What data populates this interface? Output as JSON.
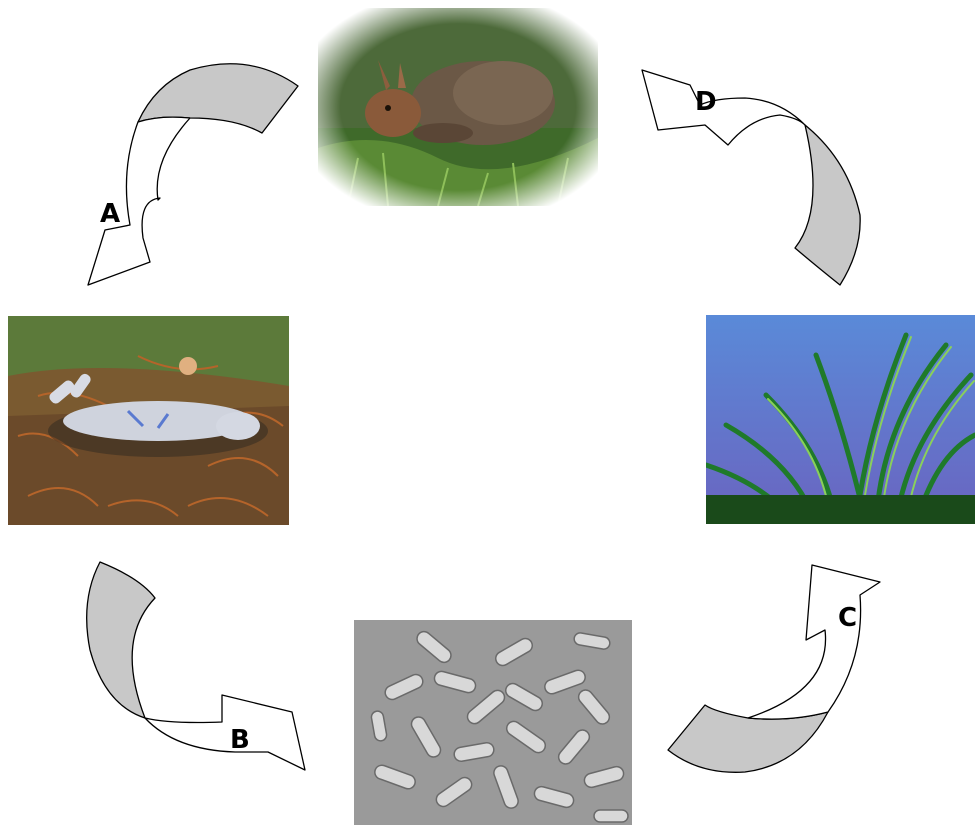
{
  "diagram": {
    "nodes": [
      {
        "id": "live-rabbit",
        "icon": "rabbit-photo"
      },
      {
        "id": "dead-rabbit",
        "icon": "dead-rabbit-photo"
      },
      {
        "id": "bacteria",
        "icon": "bacteria-micrograph"
      },
      {
        "id": "grass",
        "icon": "grass-photo"
      }
    ],
    "arrows": [
      {
        "label": "A",
        "from": "live-rabbit",
        "to": "dead-rabbit"
      },
      {
        "label": "B",
        "from": "dead-rabbit",
        "to": "bacteria"
      },
      {
        "label": "C",
        "from": "bacteria",
        "to": "grass"
      },
      {
        "label": "D",
        "from": "grass",
        "to": "live-rabbit"
      }
    ],
    "colors": {
      "arrow_light": "#ffffff",
      "arrow_dark": "#c8c8c8",
      "outline": "#000000"
    }
  }
}
